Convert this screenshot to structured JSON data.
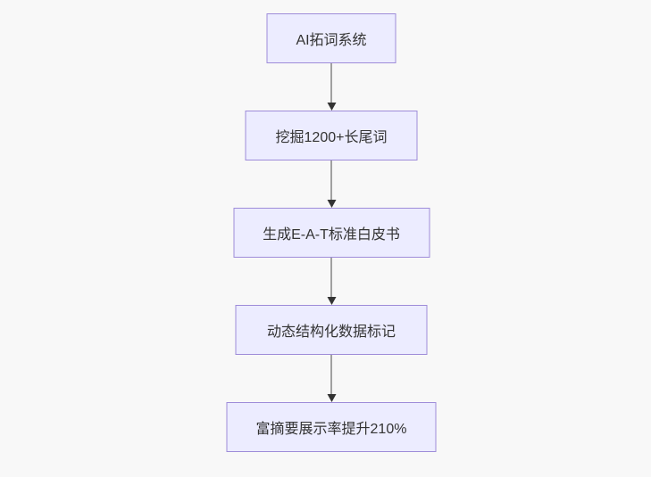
{
  "diagram": {
    "type": "flowchart-top-down",
    "colors": {
      "page_background": "#f8f8f8",
      "node_fill": "#ececff",
      "node_border": "#9e8cd9",
      "node_text": "#333333",
      "arrow": "#333333"
    },
    "nodes": [
      {
        "id": "n1",
        "label": "AI拓词系统"
      },
      {
        "id": "n2",
        "label": "挖掘1200+长尾词"
      },
      {
        "id": "n3",
        "label": "生成E-A-T标准白皮书"
      },
      {
        "id": "n4",
        "label": "动态结构化数据标记"
      },
      {
        "id": "n5",
        "label": "富摘要展示率提升210%"
      }
    ],
    "edges": [
      {
        "from": "n1",
        "to": "n2"
      },
      {
        "from": "n2",
        "to": "n3"
      },
      {
        "from": "n3",
        "to": "n4"
      },
      {
        "from": "n4",
        "to": "n5"
      }
    ]
  }
}
